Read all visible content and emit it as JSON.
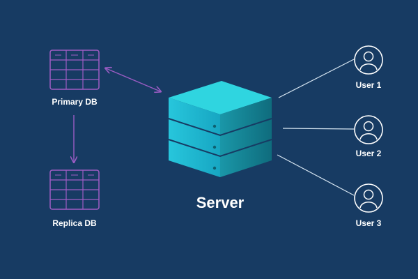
{
  "colors": {
    "background": "#173b63",
    "db_stroke": "#a05dc4",
    "db_arrow": "#9b5cc4",
    "server_top": "#2fd5e0",
    "server_front": "#1fb3cc",
    "server_side": "#14838f",
    "user_stroke": "#ffffff"
  },
  "nodes": {
    "primary_db": {
      "label": "Primary DB",
      "icon": "table-icon"
    },
    "replica_db": {
      "label": "Replica DB",
      "icon": "table-icon"
    },
    "server": {
      "label": "Server",
      "icon": "server-stack-icon"
    },
    "users": [
      {
        "label": "User 1",
        "icon": "user-icon"
      },
      {
        "label": "User 2",
        "icon": "user-icon"
      },
      {
        "label": "User 3",
        "icon": "user-icon"
      }
    ]
  },
  "edges": [
    {
      "from": "primary_db",
      "to": "server",
      "style": "bidirectional-arrow"
    },
    {
      "from": "primary_db",
      "to": "replica_db",
      "style": "arrow"
    },
    {
      "from": "server",
      "to": "users.0",
      "style": "line"
    },
    {
      "from": "server",
      "to": "users.1",
      "style": "line"
    },
    {
      "from": "server",
      "to": "users.2",
      "style": "line"
    }
  ]
}
